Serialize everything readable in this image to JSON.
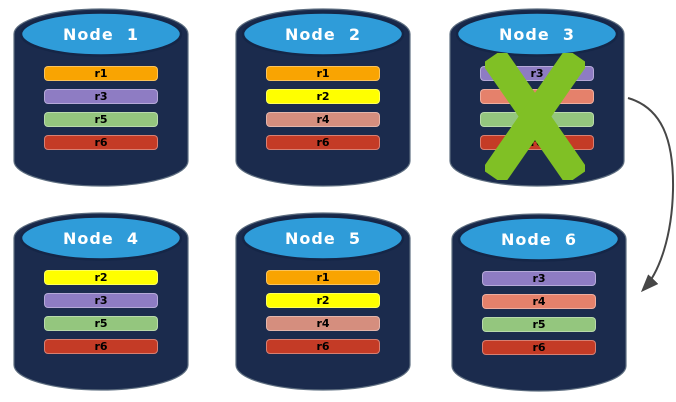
{
  "diagram": {
    "description_arrow": {
      "from": "Node 3",
      "to": "Node 6"
    }
  },
  "colors": {
    "background": "#ffffff",
    "cylinder_body": "#1B2B4D",
    "cylinder_outline": "#5E6E80",
    "cylinder_top": "#2F9CD9",
    "cylinder_top_outline": "#152647",
    "title_text": "#FFFFFF",
    "bar_text": "#000000",
    "failure_x": "#80C025",
    "arrow": "#474747"
  },
  "nodes": [
    {
      "label": "Node  1",
      "failed": false,
      "replicas": [
        {
          "label": "r1",
          "color": "#F9A402"
        },
        {
          "label": "r3",
          "color": "#8E7CC3"
        },
        {
          "label": "r5",
          "color": "#94C67E"
        },
        {
          "label": "r6",
          "color": "#C43B26"
        }
      ]
    },
    {
      "label": "Node  2",
      "failed": false,
      "replicas": [
        {
          "label": "r1",
          "color": "#F9A402"
        },
        {
          "label": "r2",
          "color": "#FFFF00"
        },
        {
          "label": "r4",
          "color": "#D58E7E"
        },
        {
          "label": "r6",
          "color": "#C43B26"
        }
      ]
    },
    {
      "label": "Node  3",
      "failed": true,
      "replicas": [
        {
          "label": "r3",
          "color": "#8E7CC3"
        },
        {
          "label": "r4",
          "color": "#E5816B"
        },
        {
          "label": "r5",
          "color": "#94C67E"
        },
        {
          "label": "r6",
          "color": "#C43B26"
        }
      ]
    },
    {
      "label": "Node  4",
      "failed": false,
      "replicas": [
        {
          "label": "r2",
          "color": "#FFFF00"
        },
        {
          "label": "r3",
          "color": "#8E7CC3"
        },
        {
          "label": "r5",
          "color": "#94C67E"
        },
        {
          "label": "r6",
          "color": "#C43B26"
        }
      ]
    },
    {
      "label": "Node  5",
      "failed": false,
      "replicas": [
        {
          "label": "r1",
          "color": "#F9A402"
        },
        {
          "label": "r2",
          "color": "#FFFF00"
        },
        {
          "label": "r4",
          "color": "#D58E7E"
        },
        {
          "label": "r6",
          "color": "#C43B26"
        }
      ]
    },
    {
      "label": "Node  6",
      "failed": false,
      "replicas": [
        {
          "label": "r3",
          "color": "#8E7CC3"
        },
        {
          "label": "r4",
          "color": "#E5816B"
        },
        {
          "label": "r5",
          "color": "#94C67E"
        },
        {
          "label": "r6",
          "color": "#C43B26"
        }
      ]
    }
  ]
}
